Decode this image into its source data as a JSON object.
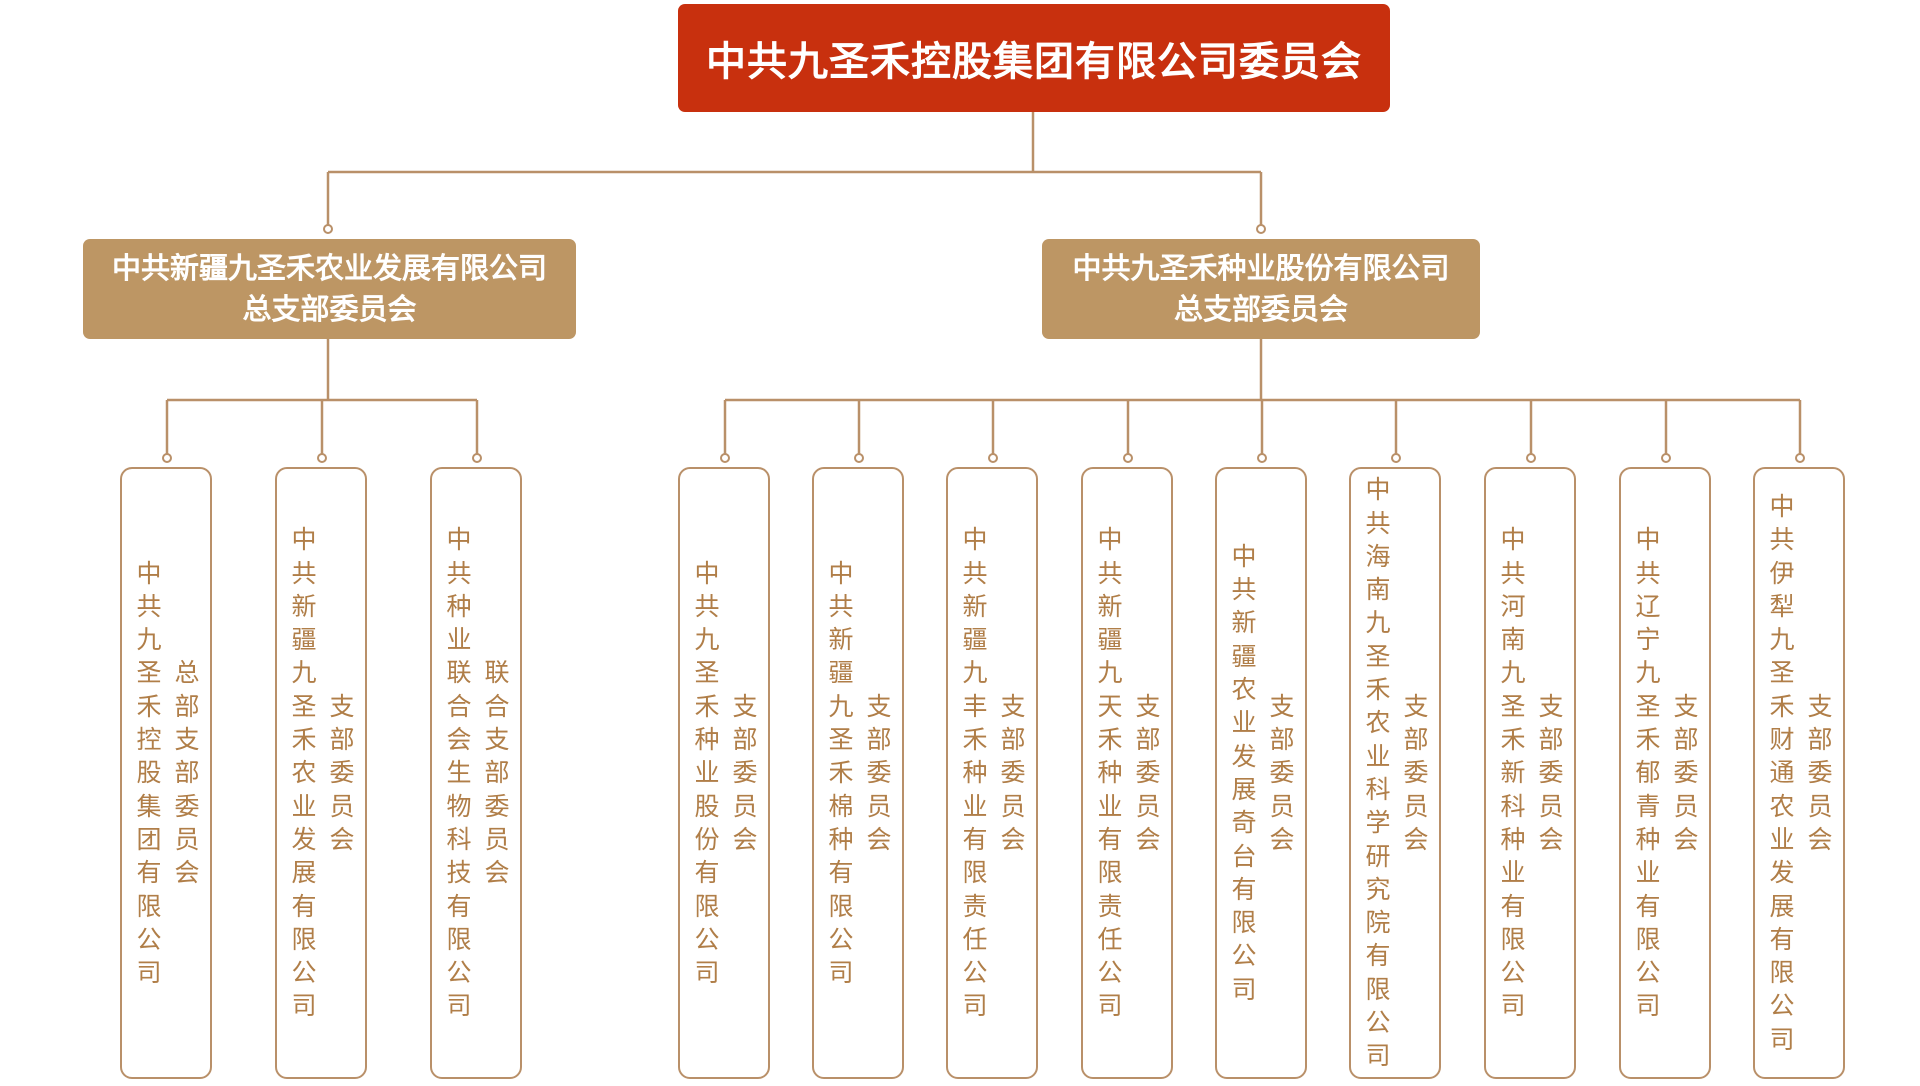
{
  "root": {
    "title": "中共九圣禾控股集团有限公司委员会"
  },
  "branches": [
    {
      "line1": "中共新疆九圣禾农业发展有限公司",
      "line2": "总支部委员会"
    },
    {
      "line1": "中共九圣禾种业股份有限公司",
      "line2": "总支部委员会"
    }
  ],
  "units": [
    {
      "col1": "中共九圣禾控股集团有限公司",
      "col2": "总部支部委员会",
      "branch": 0
    },
    {
      "col1": "中共新疆九圣禾农业发展有限公司",
      "col2": "支部委员会",
      "branch": 0
    },
    {
      "col1": "中共种业联合会生物科技有限公司",
      "col2": "联合支部委员会",
      "branch": 0
    },
    {
      "col1": "中共九圣禾种业股份有限公司",
      "col2": "支部委员会",
      "branch": 1
    },
    {
      "col1": "中共新疆九圣禾棉种有限公司",
      "col2": "支部委员会",
      "branch": 1
    },
    {
      "col1": "中共新疆九丰禾种业有限责任公司",
      "col2": "支部委员会",
      "branch": 1
    },
    {
      "col1": "中共新疆九天禾种业有限责任公司",
      "col2": "支部委员会",
      "branch": 1
    },
    {
      "col1": "中共新疆农业发展奇台有限公司",
      "col2": "支部委员会",
      "branch": 1
    },
    {
      "col1": "中共海南九圣禾农业科学研究院有限公司",
      "col2": "支部委员会",
      "branch": 1
    },
    {
      "col1": "中共河南九圣禾新科种业有限公司",
      "col2": "支部委员会",
      "branch": 1
    },
    {
      "col1": "中共辽宁九圣禾郁青种业有限公司",
      "col2": "支部委员会",
      "branch": 1
    },
    {
      "col1": "中共伊犁九圣禾财通农业发展有限公司",
      "col2": "支部委员会",
      "branch": 1
    }
  ],
  "colors": {
    "root_fill": "#c8300e",
    "branch_fill": "#bd9664",
    "connector": "#b99069",
    "leaf_text": "#b07e48"
  }
}
